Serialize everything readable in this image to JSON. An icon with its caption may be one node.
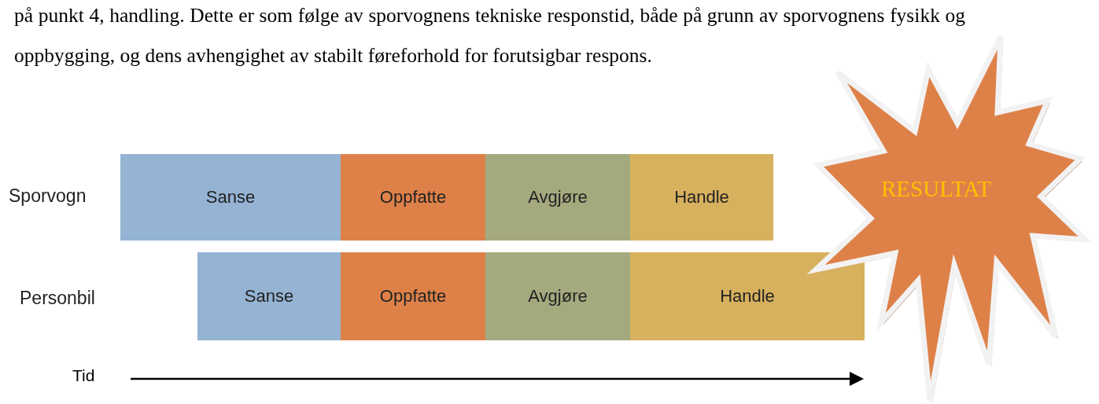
{
  "diagram": {
    "nodes": [
      {
        "text": [
          "Sanse"
        ]
      },
      {
        "text": [
          "Oppfatte"
        ]
      },
      {
        "text": [
          "Avgjøre"
        ]
      },
      {
        "text": [
          "Handle"
        ]
      },
      {
        "text": [
          "RESULTAT"
        ]
      },
      {
        "text": [
          "Sanse"
        ]
      },
      {
        "text": [
          "Oppfatte"
        ]
      },
      {
        "text": [
          "Avgjøre"
        ]
      },
      {
        "text": [
          "Handle"
        ]
      }
    ],
    "labels": [
      "på punkt 4, handling. Dette er som følge av sporvognens tekniske responstid, både på grunn av sporvognens fysikk og oppbygging, og dens avhengighet av stabilt føreforhold for forutsigbar respons.",
      "Sporvogn",
      "Personbil",
      "Tid"
    ]
  }
}
